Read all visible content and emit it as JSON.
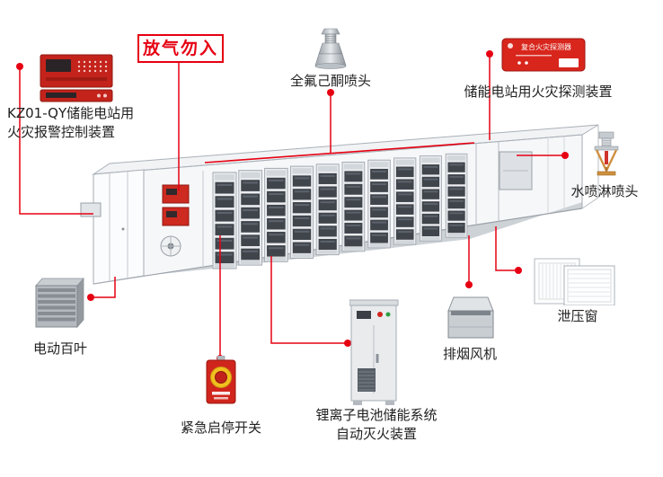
{
  "colors": {
    "connector_red": "#e60012",
    "device_red": "#d0251c",
    "text": "#222222"
  },
  "components": {
    "fire_alarm_panel": {
      "label_line1": "KZ01-QY储能电站用",
      "label_line2": "火灾报警控制装置"
    },
    "warning_sign": {
      "text": "放气勿入"
    },
    "ffh_nozzle": {
      "label": "全氟己酮喷头"
    },
    "fire_detector": {
      "label": "储能电站用火灾探测装置",
      "device_text": "复合火灾探测器"
    },
    "water_sprinkler": {
      "label": "水喷淋喷头"
    },
    "pressure_relief_window": {
      "label": "泄压窗"
    },
    "electric_louver": {
      "label": "电动百叶"
    },
    "emergency_switch": {
      "label": "紧急启停开关"
    },
    "suppression_system": {
      "label_line1": "锂离子电池储能系统",
      "label_line2": "自动灭火装置"
    },
    "smoke_exhaust_fan": {
      "label": "排烟风机"
    }
  }
}
